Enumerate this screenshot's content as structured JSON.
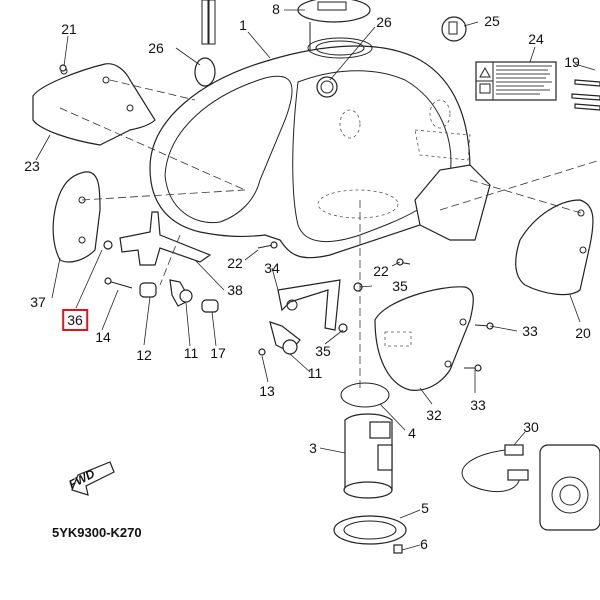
{
  "diagram": {
    "drawing_code": "5YK9300-K270",
    "direction_label": "FWD",
    "highlight_color": "#e0141e",
    "callouts": [
      {
        "label": "1"
      },
      {
        "label": "3"
      },
      {
        "label": "4"
      },
      {
        "label": "5"
      },
      {
        "label": "6"
      },
      {
        "label": "8"
      },
      {
        "label": "11"
      },
      {
        "label": "11"
      },
      {
        "label": "12"
      },
      {
        "label": "13"
      },
      {
        "label": "14"
      },
      {
        "label": "17"
      },
      {
        "label": "19"
      },
      {
        "label": "20"
      },
      {
        "label": "21"
      },
      {
        "label": "22"
      },
      {
        "label": "22"
      },
      {
        "label": "23"
      },
      {
        "label": "24"
      },
      {
        "label": "25"
      },
      {
        "label": "26"
      },
      {
        "label": "26"
      },
      {
        "label": "30"
      },
      {
        "label": "32"
      },
      {
        "label": "33"
      },
      {
        "label": "33"
      },
      {
        "label": "34"
      },
      {
        "label": "35"
      },
      {
        "label": "35"
      },
      {
        "label": "36",
        "highlighted": true
      },
      {
        "label": "37"
      },
      {
        "label": "38"
      }
    ]
  }
}
